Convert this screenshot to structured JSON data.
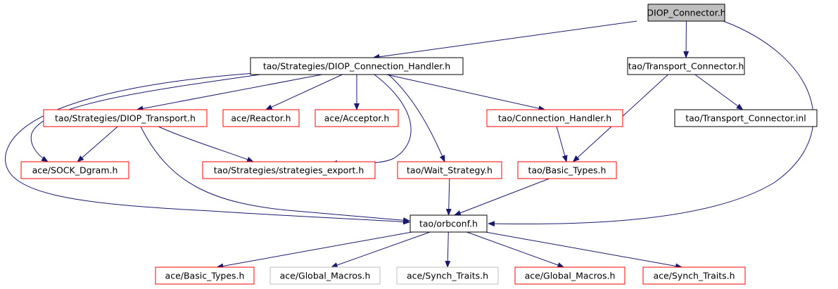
{
  "graph": {
    "nodes": [
      {
        "id": "diop_connector_h",
        "label": "DIOP_Connector.h",
        "style": "root"
      },
      {
        "id": "diop_connection_handler_h",
        "label": "tao/Strategies/DIOP_Connection_Handler.h",
        "style": "normal"
      },
      {
        "id": "transport_connector_h",
        "label": "tao/Transport_Connector.h",
        "style": "normal"
      },
      {
        "id": "diop_transport_h",
        "label": "tao/Strategies/DIOP_Transport.h",
        "style": "red"
      },
      {
        "id": "reactor_h",
        "label": "ace/Reactor.h",
        "style": "red"
      },
      {
        "id": "acceptor_h",
        "label": "ace/Acceptor.h",
        "style": "red"
      },
      {
        "id": "connection_handler_h",
        "label": "tao/Connection_Handler.h",
        "style": "red"
      },
      {
        "id": "transport_connector_inl",
        "label": "tao/Transport_Connector.inl",
        "style": "normal"
      },
      {
        "id": "sock_dgram_h",
        "label": "ace/SOCK_Dgram.h",
        "style": "red"
      },
      {
        "id": "strategies_export_h",
        "label": "tao/Strategies/strategies_export.h",
        "style": "red"
      },
      {
        "id": "wait_strategy_h",
        "label": "tao/Wait_Strategy.h",
        "style": "red"
      },
      {
        "id": "tao_basic_types_h",
        "label": "tao/Basic_Types.h",
        "style": "red"
      },
      {
        "id": "orbconf_h",
        "label": "tao/orbconf.h",
        "style": "normal"
      },
      {
        "id": "ace_basic_types_h",
        "label": "ace/Basic_Types.h",
        "style": "red"
      },
      {
        "id": "global_macros_h_gray",
        "label": "ace/Global_Macros.h",
        "style": "gray"
      },
      {
        "id": "synch_traits_h_gray",
        "label": "ace/Synch_Traits.h",
        "style": "gray"
      },
      {
        "id": "global_macros_h",
        "label": "ace/Global_Macros.h",
        "style": "red"
      },
      {
        "id": "synch_traits_h",
        "label": "ace/Synch_Traits.h",
        "style": "red"
      }
    ],
    "edges": [
      [
        "diop_connector_h",
        "diop_connection_handler_h"
      ],
      [
        "diop_connector_h",
        "transport_connector_h"
      ],
      [
        "diop_connector_h",
        "orbconf_h"
      ],
      [
        "diop_connection_handler_h",
        "diop_transport_h"
      ],
      [
        "diop_connection_handler_h",
        "reactor_h"
      ],
      [
        "diop_connection_handler_h",
        "acceptor_h"
      ],
      [
        "diop_connection_handler_h",
        "connection_handler_h"
      ],
      [
        "diop_connection_handler_h",
        "sock_dgram_h"
      ],
      [
        "diop_connection_handler_h",
        "strategies_export_h"
      ],
      [
        "diop_connection_handler_h",
        "wait_strategy_h"
      ],
      [
        "diop_connection_handler_h",
        "orbconf_h"
      ],
      [
        "transport_connector_h",
        "transport_connector_inl"
      ],
      [
        "transport_connector_h",
        "tao_basic_types_h"
      ],
      [
        "diop_transport_h",
        "sock_dgram_h"
      ],
      [
        "diop_transport_h",
        "strategies_export_h"
      ],
      [
        "diop_transport_h",
        "orbconf_h"
      ],
      [
        "connection_handler_h",
        "tao_basic_types_h"
      ],
      [
        "wait_strategy_h",
        "orbconf_h"
      ],
      [
        "tao_basic_types_h",
        "orbconf_h"
      ],
      [
        "orbconf_h",
        "ace_basic_types_h"
      ],
      [
        "orbconf_h",
        "global_macros_h_gray"
      ],
      [
        "orbconf_h",
        "synch_traits_h_gray"
      ],
      [
        "orbconf_h",
        "global_macros_h"
      ],
      [
        "orbconf_h",
        "synch_traits_h"
      ]
    ],
    "colors": {
      "edge": "#191970",
      "root_fill": "#bfbfbf",
      "normal_stroke": "#000000",
      "red_stroke": "#ff0000",
      "gray_stroke": "#bfbfbf",
      "node_fill": "#ffffff"
    }
  }
}
